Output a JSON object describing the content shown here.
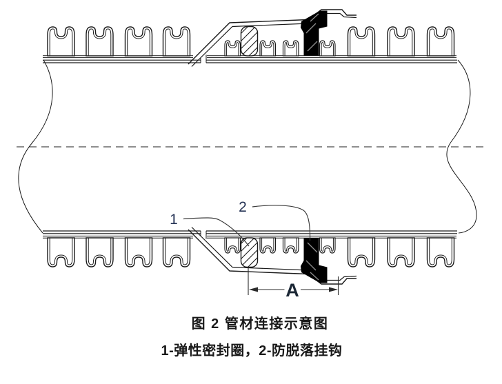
{
  "figure": {
    "caption_title": "图 2  管材连接示意图",
    "caption_legend": "1-弹性密封圈，2-防脱落挂钩",
    "label_part1": "1",
    "label_part2": "2",
    "label_dimension": "A",
    "parts": [
      {
        "label": "1",
        "name": "弹性密封圈"
      },
      {
        "label": "2",
        "name": "防脱落挂钩"
      }
    ]
  },
  "colors": {
    "line": "#1a1a1a",
    "hook_fill": "#000000",
    "centerline": "#4a4a4a",
    "background": "#ffffff"
  }
}
